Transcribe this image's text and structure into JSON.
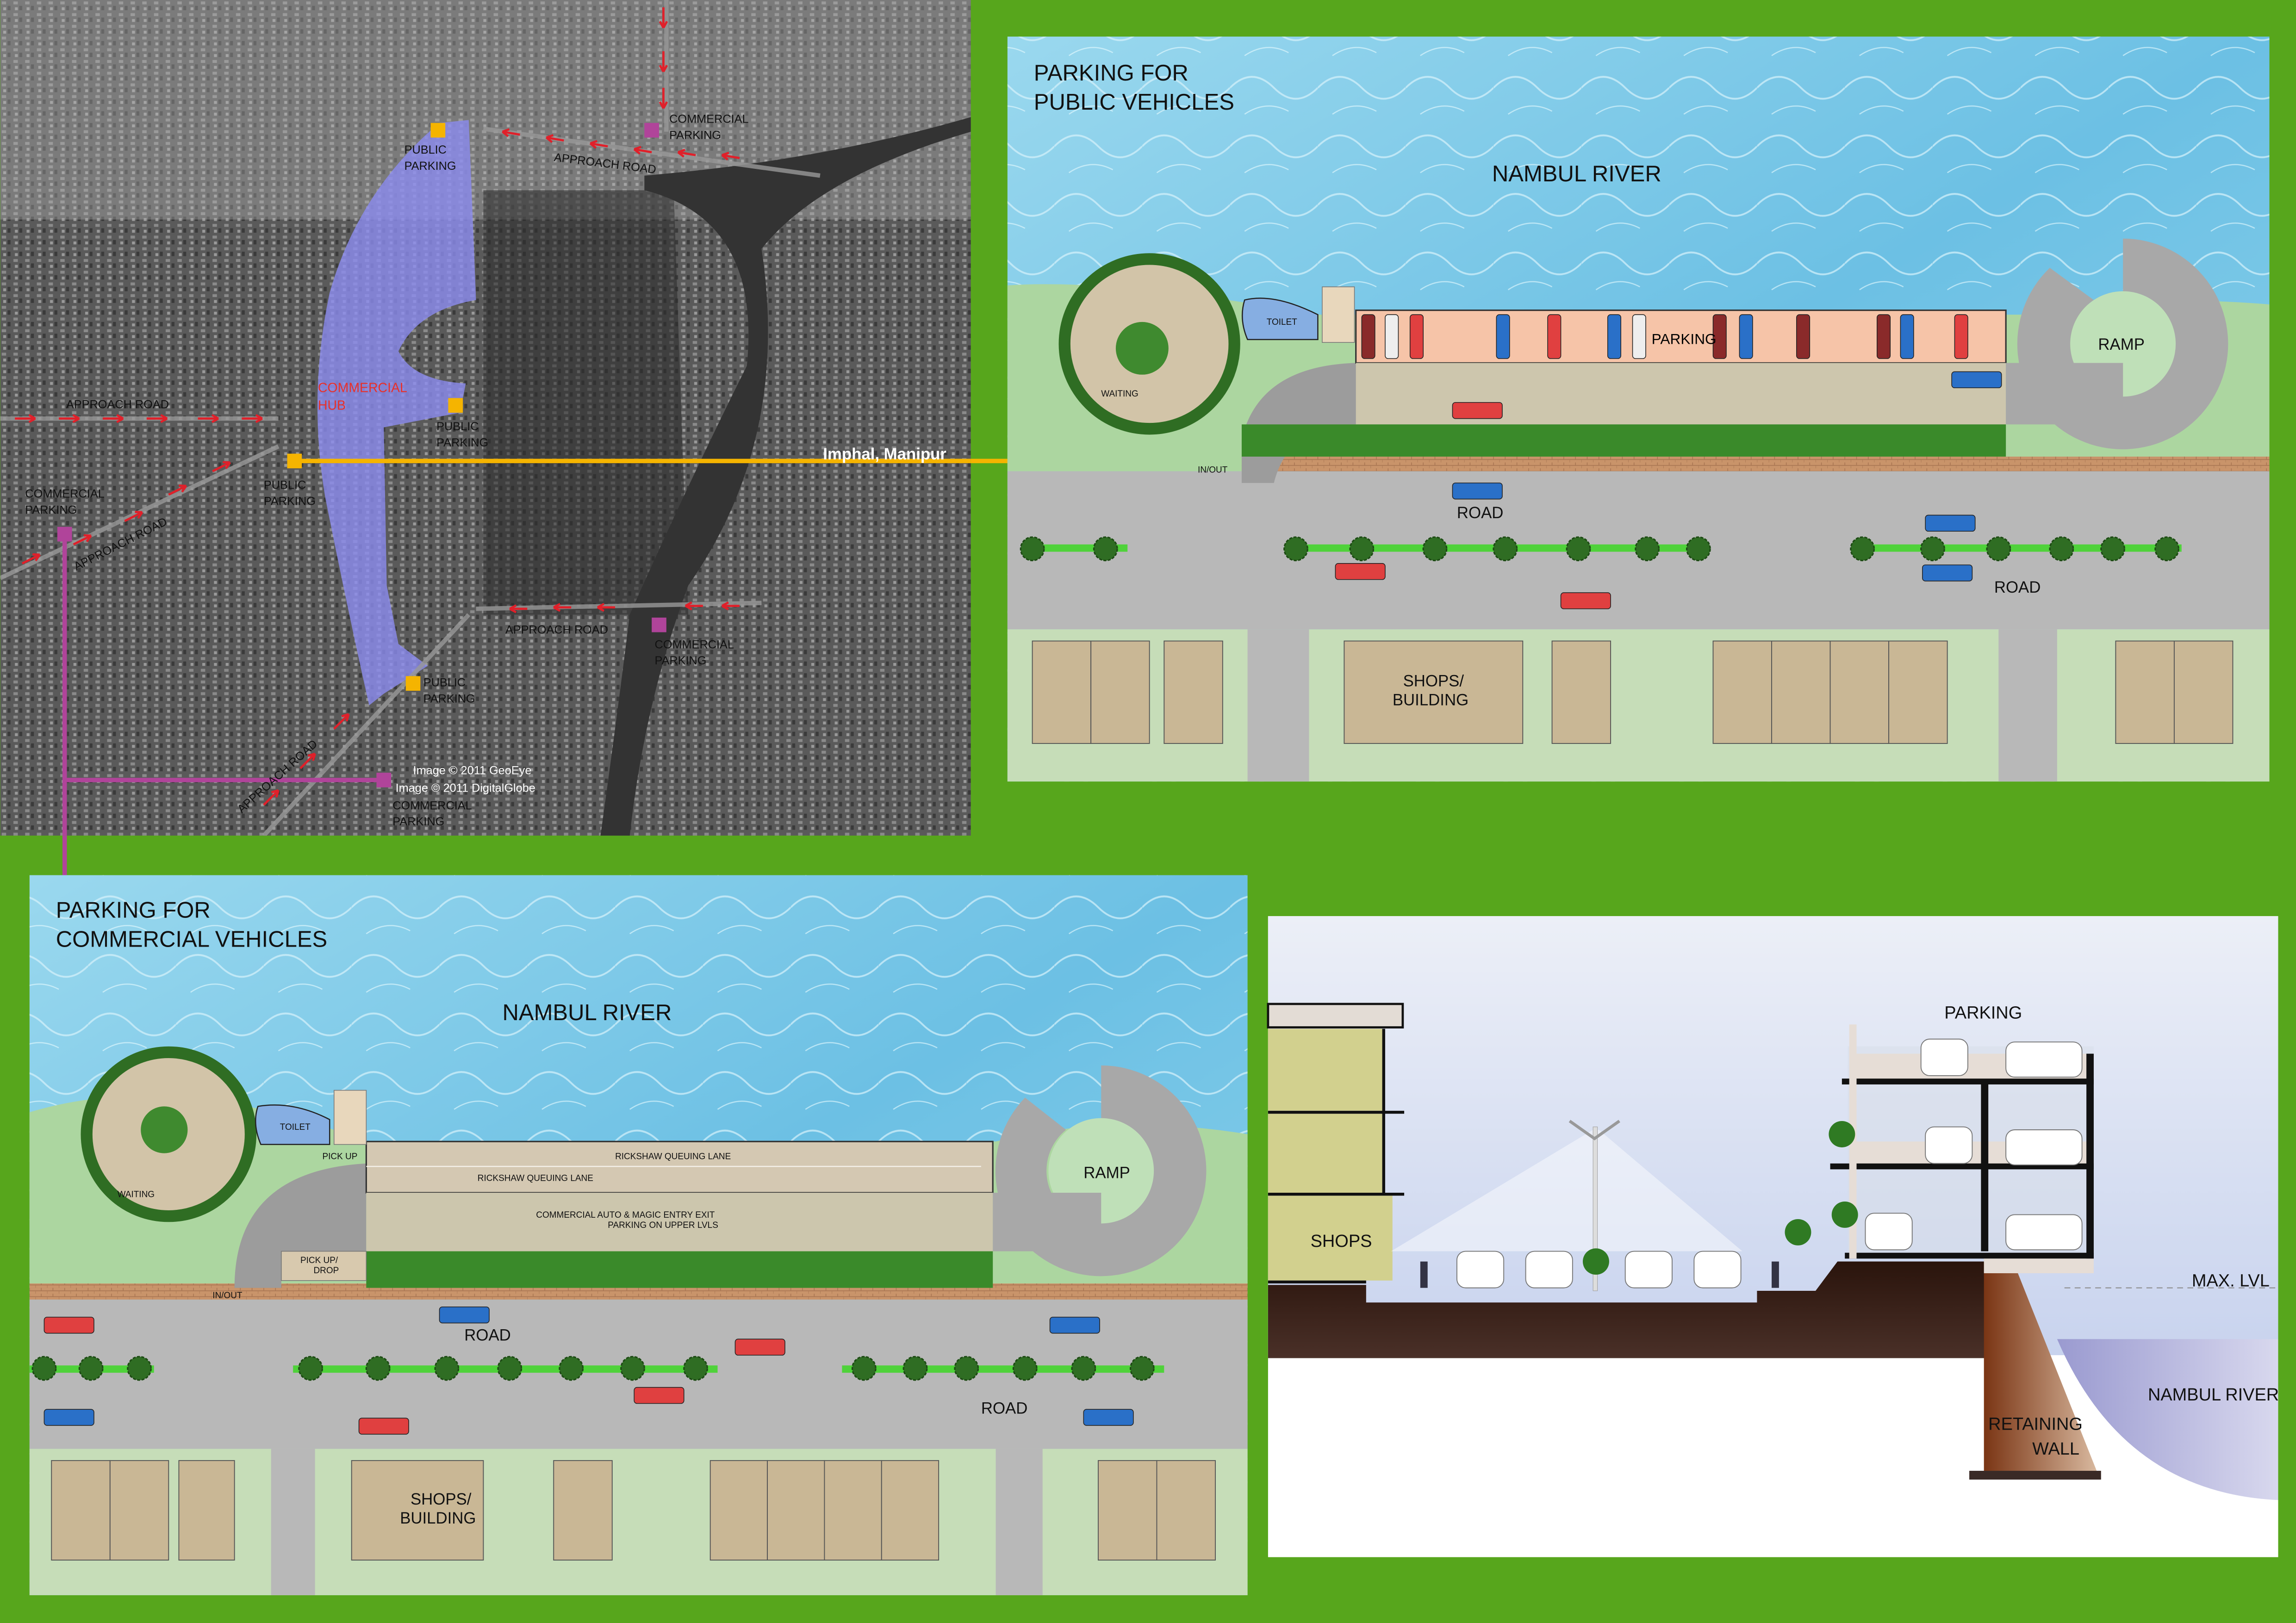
{
  "colors": {
    "board_green": "#57a61c",
    "public_parking": "#f5b400",
    "commercial_parking": "#b0449a",
    "commercial_hub": "#8c8cf0",
    "arrow_red": "#e0202a",
    "water": "#7fcbe8",
    "parking_bay": "#f6c4a8"
  },
  "site_map": {
    "labels": {
      "commercial_parking_top": [
        "COMMERCIAL",
        "PARKING"
      ],
      "public_parking_top": [
        "PUBLIC",
        "PARKING"
      ],
      "approach_road_top": "APPROACH ROAD",
      "approach_road_west": "APPROACH ROAD",
      "commercial_hub": [
        "COMMERCIAL",
        "HUB"
      ],
      "public_parking_mid": [
        "PUBLIC",
        "PARKING"
      ],
      "public_parking_west": [
        "PUBLIC",
        "PARKING"
      ],
      "commercial_parking_west": [
        "COMMERCIAL",
        "PARKING"
      ],
      "approach_road_southwest": "APPROACH ROAD",
      "approach_road_south": "APPROACH ROAD",
      "commercial_parking_south": [
        "COMMERCIAL",
        "PARKING"
      ],
      "public_parking_south": [
        "PUBLIC",
        "PARKING"
      ],
      "approach_road_bottom": "APPROACH ROAD",
      "commercial_parking_bottom": [
        "COMMERCIAL",
        "PARKING"
      ],
      "place_name": "Imphal, Manipur"
    },
    "credits": [
      "Image © 2011 GeoEye",
      "Image © 2011 DigitalGlobe"
    ]
  },
  "public_plan": {
    "title": [
      "PARKING FOR",
      "PUBLIC VEHICLES"
    ],
    "river": "NAMBUL RIVER",
    "toilet": "TOILET",
    "parking": "PARKING",
    "ramp": "RAMP",
    "waiting": "WAITING",
    "in_out": "IN/OUT",
    "road_1": "ROAD",
    "road_2": "ROAD",
    "shops": [
      "SHOPS/",
      "BUILDING"
    ]
  },
  "commercial_plan": {
    "title": [
      "PARKING FOR",
      "COMMERCIAL VEHICLES"
    ],
    "river": "NAMBUL RIVER",
    "toilet": "TOILET",
    "pick_up": "PICK UP",
    "lane_1": "RICKSHAW QUEUING LANE",
    "lane_2": "RICKSHAW QUEUING LANE",
    "main_area": [
      "COMMERCIAL AUTO & MAGIC ENTRY EXIT",
      "PARKING ON UPPER LVLS"
    ],
    "pick_up_drop": [
      "PICK UP/",
      "DROP"
    ],
    "waiting": "WAITING",
    "ramp": "RAMP",
    "in_out": "IN/OUT",
    "road_1": "ROAD",
    "road_2": "ROAD",
    "shops": [
      "SHOPS/",
      "BUILDING"
    ]
  },
  "section": {
    "parking": "PARKING",
    "shops": "SHOPS",
    "max_level": "MAX. LVL",
    "river": "NAMBUL RIVER",
    "retaining_wall": [
      "RETAINING",
      "WALL"
    ]
  }
}
